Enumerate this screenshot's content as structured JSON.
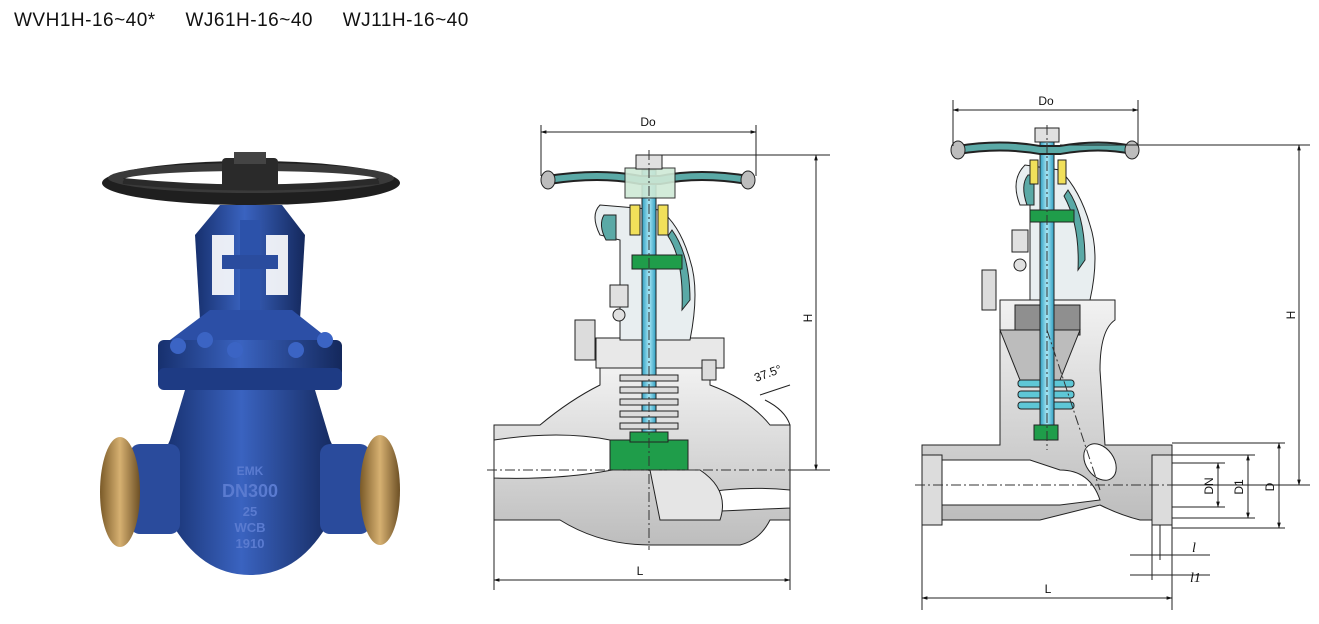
{
  "models": [
    "WVH1H-16~40*",
    "WJ61H-16~40",
    "WJ11H-16~40"
  ],
  "photo": {
    "casting_text": [
      "EMK",
      "DN300",
      "25",
      "WCB",
      "1910"
    ]
  },
  "drawing_middle": {
    "labels": {
      "do": "Do",
      "h": "H",
      "l": "L",
      "angle": "37.5°"
    }
  },
  "drawing_right": {
    "labels": {
      "do": "Do",
      "h": "H",
      "l": "L",
      "dn": "DN",
      "d1": "D1",
      "d": "D",
      "l_small": "l",
      "l1": "l1"
    }
  },
  "colors": {
    "valve_blue": "#2b4fa3",
    "handwheel": "#2a2a2a",
    "bronze_end": "#b08a4a",
    "metal_gray": "#d9d9d9",
    "stem_cyan": "#4fc3e0",
    "disc_green": "#1f9d4a",
    "yoke_teal": "#5aa9a6"
  }
}
